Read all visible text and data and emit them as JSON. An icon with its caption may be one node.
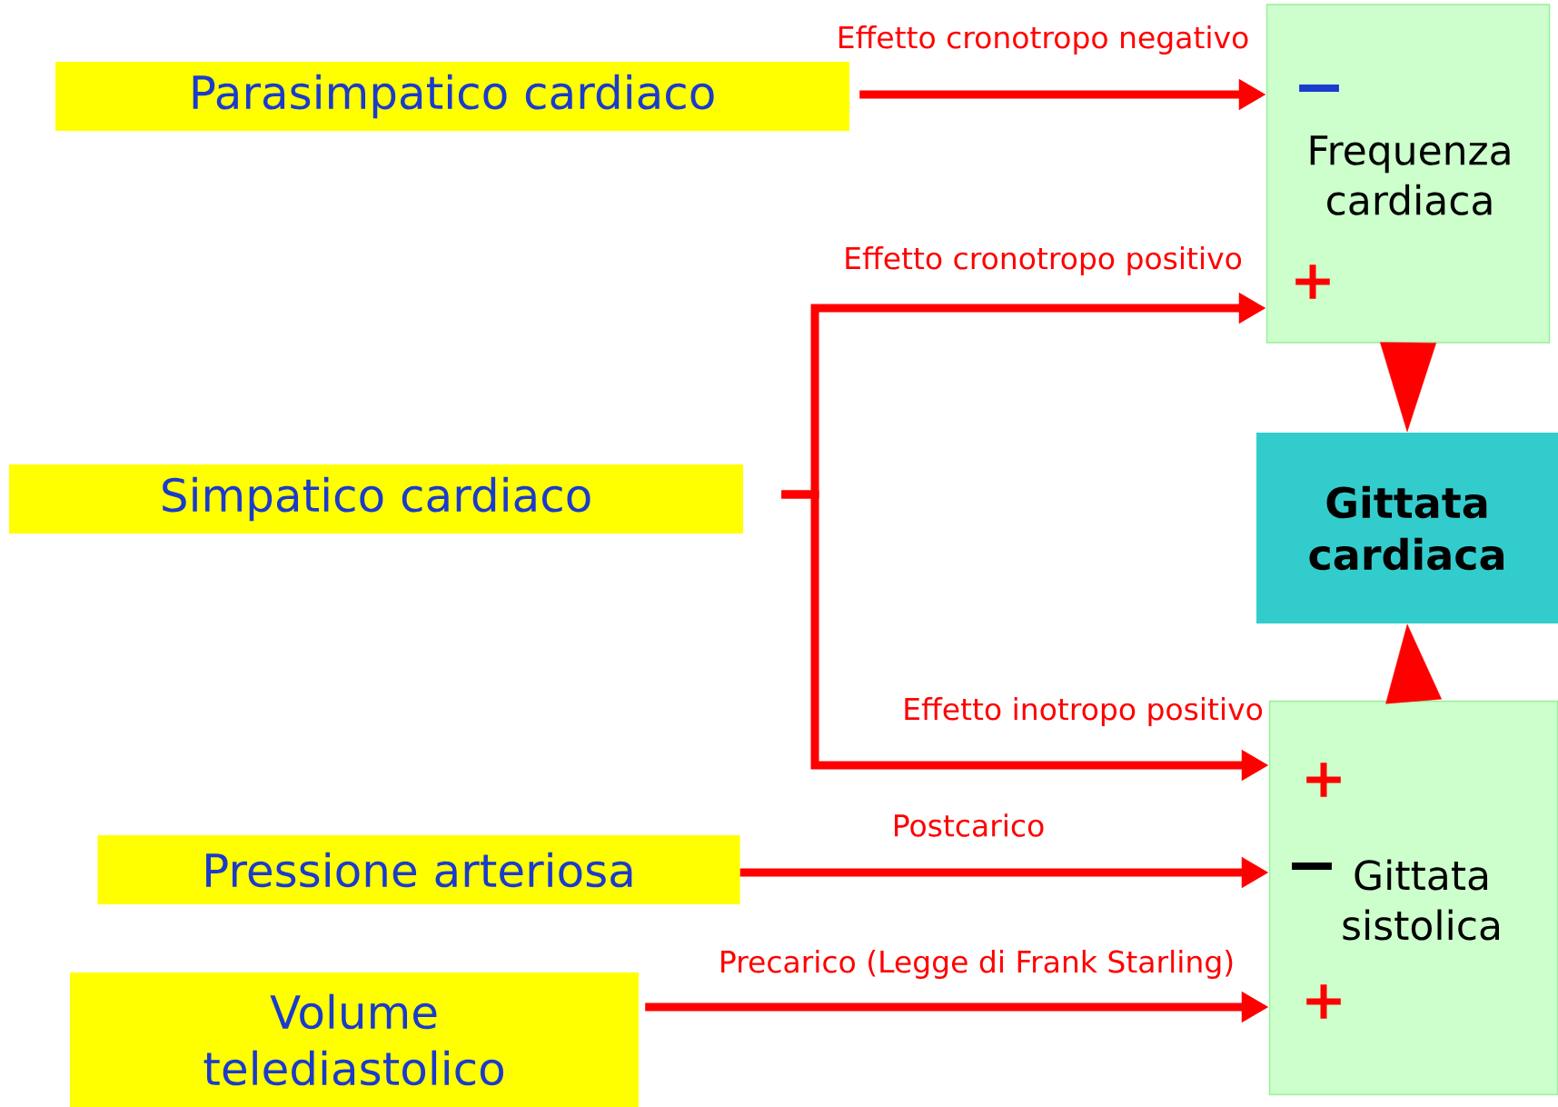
{
  "diagram": {
    "nodes": [
      {
        "text": [
          "Parasimpatico cardiaco"
        ]
      },
      {
        "text": [
          "Simpatico cardiaco"
        ]
      },
      {
        "text": [
          "Pressione arteriosa"
        ]
      },
      {
        "text": [
          "Volume telediastolico"
        ]
      },
      {
        "text": [
          "−",
          "Frequenza cardiaca",
          "+"
        ]
      },
      {
        "text": [
          "Gittata cardiaca"
        ]
      },
      {
        "text": [
          "+",
          "−",
          "Gittata sistolica",
          "+"
        ]
      }
    ],
    "edges": [
      {
        "from": 0,
        "to": 4,
        "arrow": "to",
        "label": "Effetto cronotropo negativo"
      },
      {
        "from": 1,
        "to": 4,
        "arrow": "to",
        "label": "Effetto cronotropo positivo"
      },
      {
        "from": 1,
        "to": 6,
        "arrow": "to",
        "label": "Effetto inotropo positivo"
      },
      {
        "from": 2,
        "to": 6,
        "arrow": "to",
        "label": "Postcarico"
      },
      {
        "from": 3,
        "to": 6,
        "arrow": "to",
        "label": "Precarico (Legge di Frank Starling)"
      },
      {
        "from": 4,
        "to": 5,
        "arrow": "to",
        "style": "thick"
      },
      {
        "from": 6,
        "to": 5,
        "arrow": "to",
        "style": "thick"
      }
    ]
  }
}
